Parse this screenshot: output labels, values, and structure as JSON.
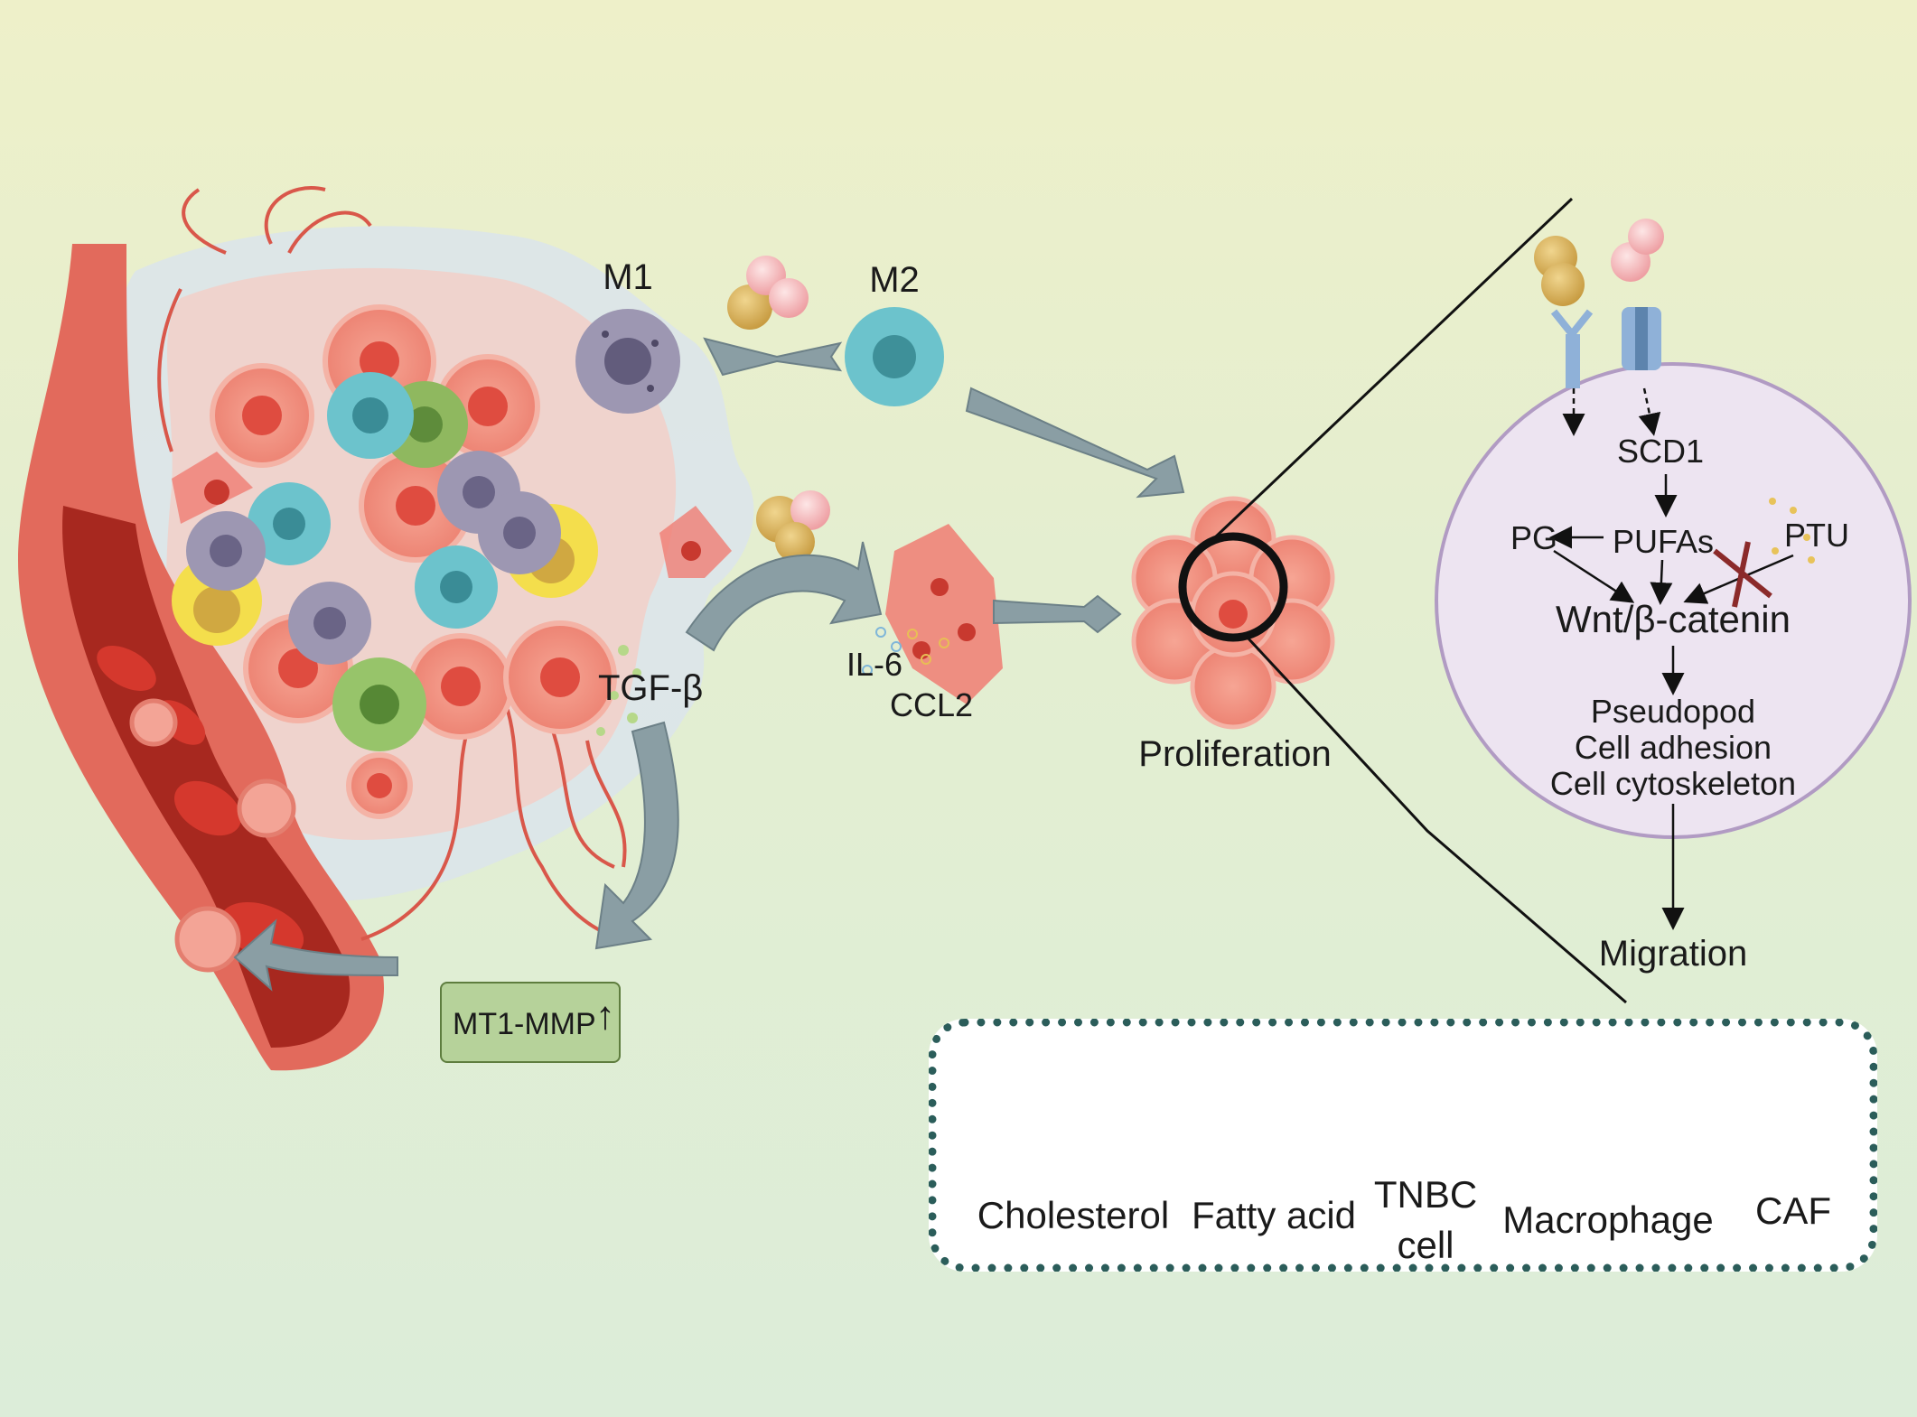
{
  "labels": {
    "m1": "M1",
    "m2": "M2",
    "tgf": "TGF-β",
    "il6": "IL-6",
    "ccl2": "CCL2",
    "proliferation": "Proliferation",
    "mmp": "MT1-MMP",
    "scd1": "SCD1",
    "pg": "PG",
    "pufas": "PUFAs",
    "ptu": "PTU",
    "wnt": "Wnt/β-catenin",
    "pseudopod": "Pseudopod",
    "adhesion": "Cell adhesion",
    "cytoskeleton": "Cell cytoskeleton",
    "migration": "Migration"
  },
  "legend": {
    "cholesterol": "Cholesterol",
    "fatty_acid": "Fatty acid",
    "tnbc_line1": "TNBC",
    "tnbc_line2": "cell",
    "macrophage": "Macrophage",
    "caf": "CAF"
  },
  "colors": {
    "cholesterol": "#d9b45f",
    "fatty_acid": "#f4b9bb",
    "tnbc": "#f08a7a",
    "macrophage": "#9d97b2",
    "caf": "#f07d73",
    "m2": "#6cc3cc",
    "vessel": "#b8312f",
    "arrow": "#8a9ea4",
    "cell_circle": "#ede4f1"
  }
}
